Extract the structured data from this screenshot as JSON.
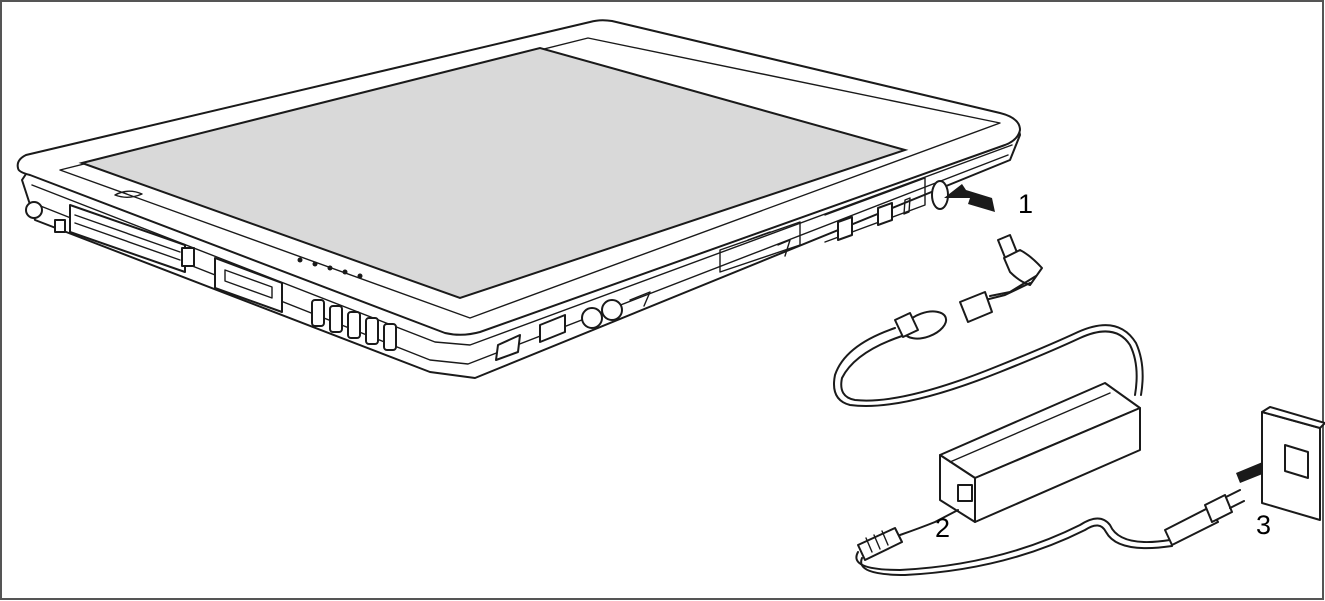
{
  "steps": [
    {
      "label": "1"
    },
    {
      "label": "2"
    },
    {
      "label": "3"
    }
  ],
  "colors": {
    "line": "#1a1a1a",
    "screen": "#d9d9d9",
    "frame": "#555555",
    "background": "#ffffff"
  },
  "icons": [
    "tablet-pc",
    "dc-plug",
    "power-adapter",
    "mains-plug",
    "wall-socket",
    "insert-arrow"
  ]
}
